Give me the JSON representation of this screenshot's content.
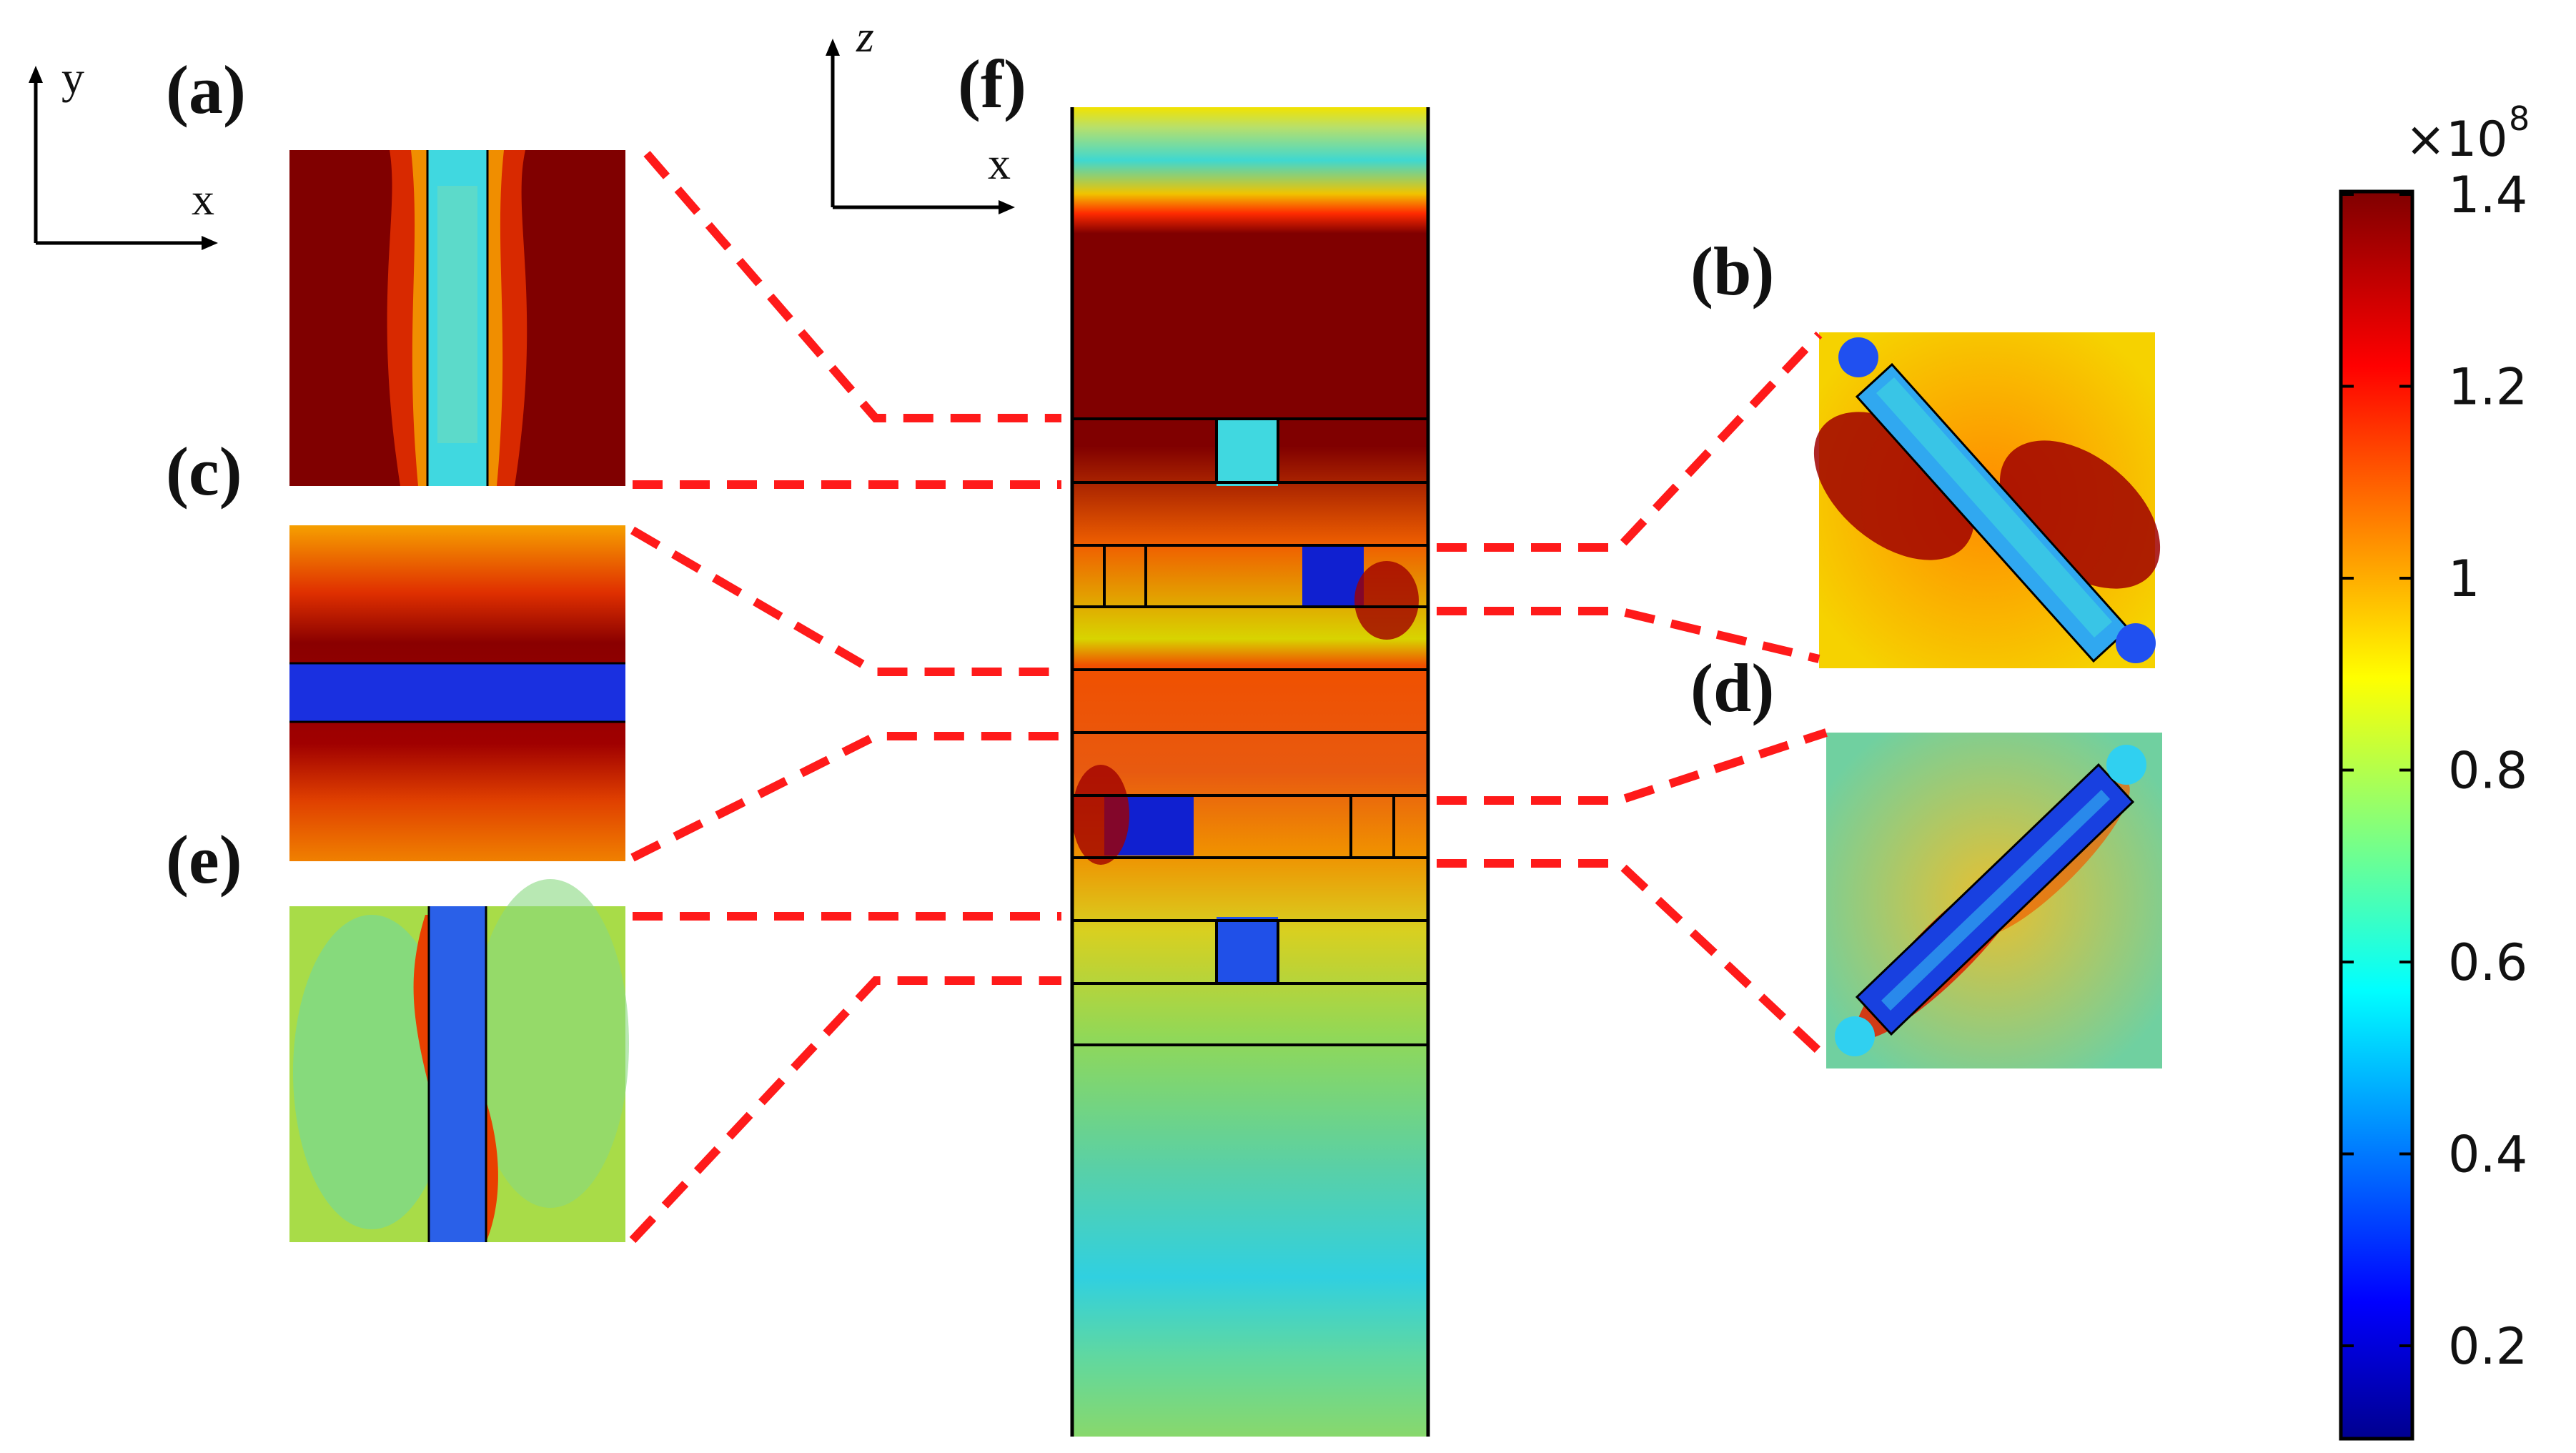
{
  "figure": {
    "panels": {
      "a": "(a)",
      "b": "(b)",
      "c": "(c)",
      "d": "(d)",
      "e": "(e)",
      "f": "(f)"
    },
    "axes_xy": {
      "x": "x",
      "y": "y"
    },
    "axes_xz": {
      "x": "x",
      "z": "z"
    }
  },
  "colorbar": {
    "multiplier_base": "×10",
    "multiplier_exp": "8",
    "ticks": [
      "1.4",
      "1.2",
      "1",
      "0.8",
      "0.6",
      "0.4",
      "0.2"
    ],
    "colormap": "jet",
    "colors": [
      "#00008f",
      "#0000ff",
      "#00ffff",
      "#ffff00",
      "#ff0000",
      "#800000"
    ]
  }
}
